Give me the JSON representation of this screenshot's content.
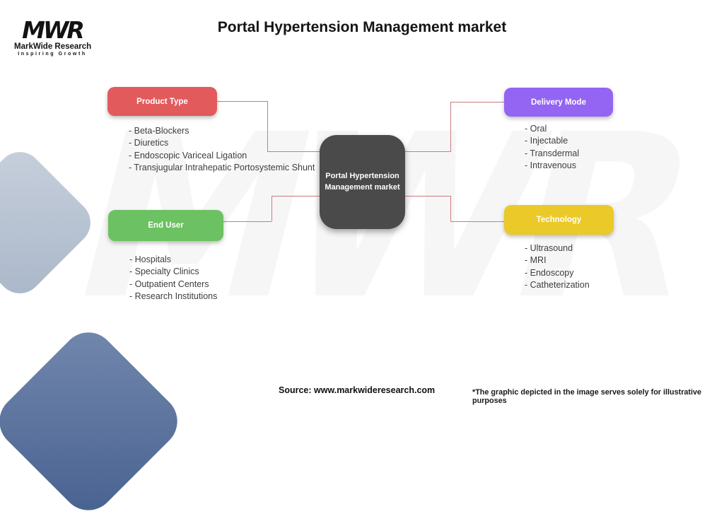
{
  "logo": {
    "brand": "MWR",
    "name": "MarkWide Research",
    "tagline": "Inspiring Growth"
  },
  "title": "Portal Hypertension Management market",
  "watermark": "MWR",
  "center_node": {
    "line1": "Portal Hypertension",
    "line2": "Management market",
    "color": "#4a4a4a"
  },
  "branches": {
    "product_type": {
      "label": "Product Type",
      "color": "#e25a5c",
      "items": [
        "- Beta-Blockers",
        "- Diuretics",
        "- Endoscopic Variceal Ligation",
        "- Transjugular Intrahepatic Portosystemic Shunt"
      ]
    },
    "delivery_mode": {
      "label": "Delivery Mode",
      "color": "#9464f2",
      "items": [
        "- Oral",
        "- Injectable",
        "- Transdermal",
        "- Intravenous"
      ]
    },
    "end_user": {
      "label": "End User",
      "color": "#6cc162",
      "items": [
        "- Hospitals",
        "- Specialty Clinics",
        "- Outpatient Centers",
        "- Research Institutions"
      ]
    },
    "technology": {
      "label": "Technology",
      "color": "#eac929",
      "items": [
        "- Ultrasound",
        "- MRI",
        "- Endoscopy",
        "- Catheterization"
      ]
    }
  },
  "footer": {
    "source": "Source: www.markwideresearch.com",
    "disclaimer": "*The graphic depicted in the image serves solely for illustrative purposes"
  },
  "colors": {
    "connector": "#c97c7c",
    "diamond_light": "#aab7c9",
    "diamond_dark": "#47618f"
  }
}
